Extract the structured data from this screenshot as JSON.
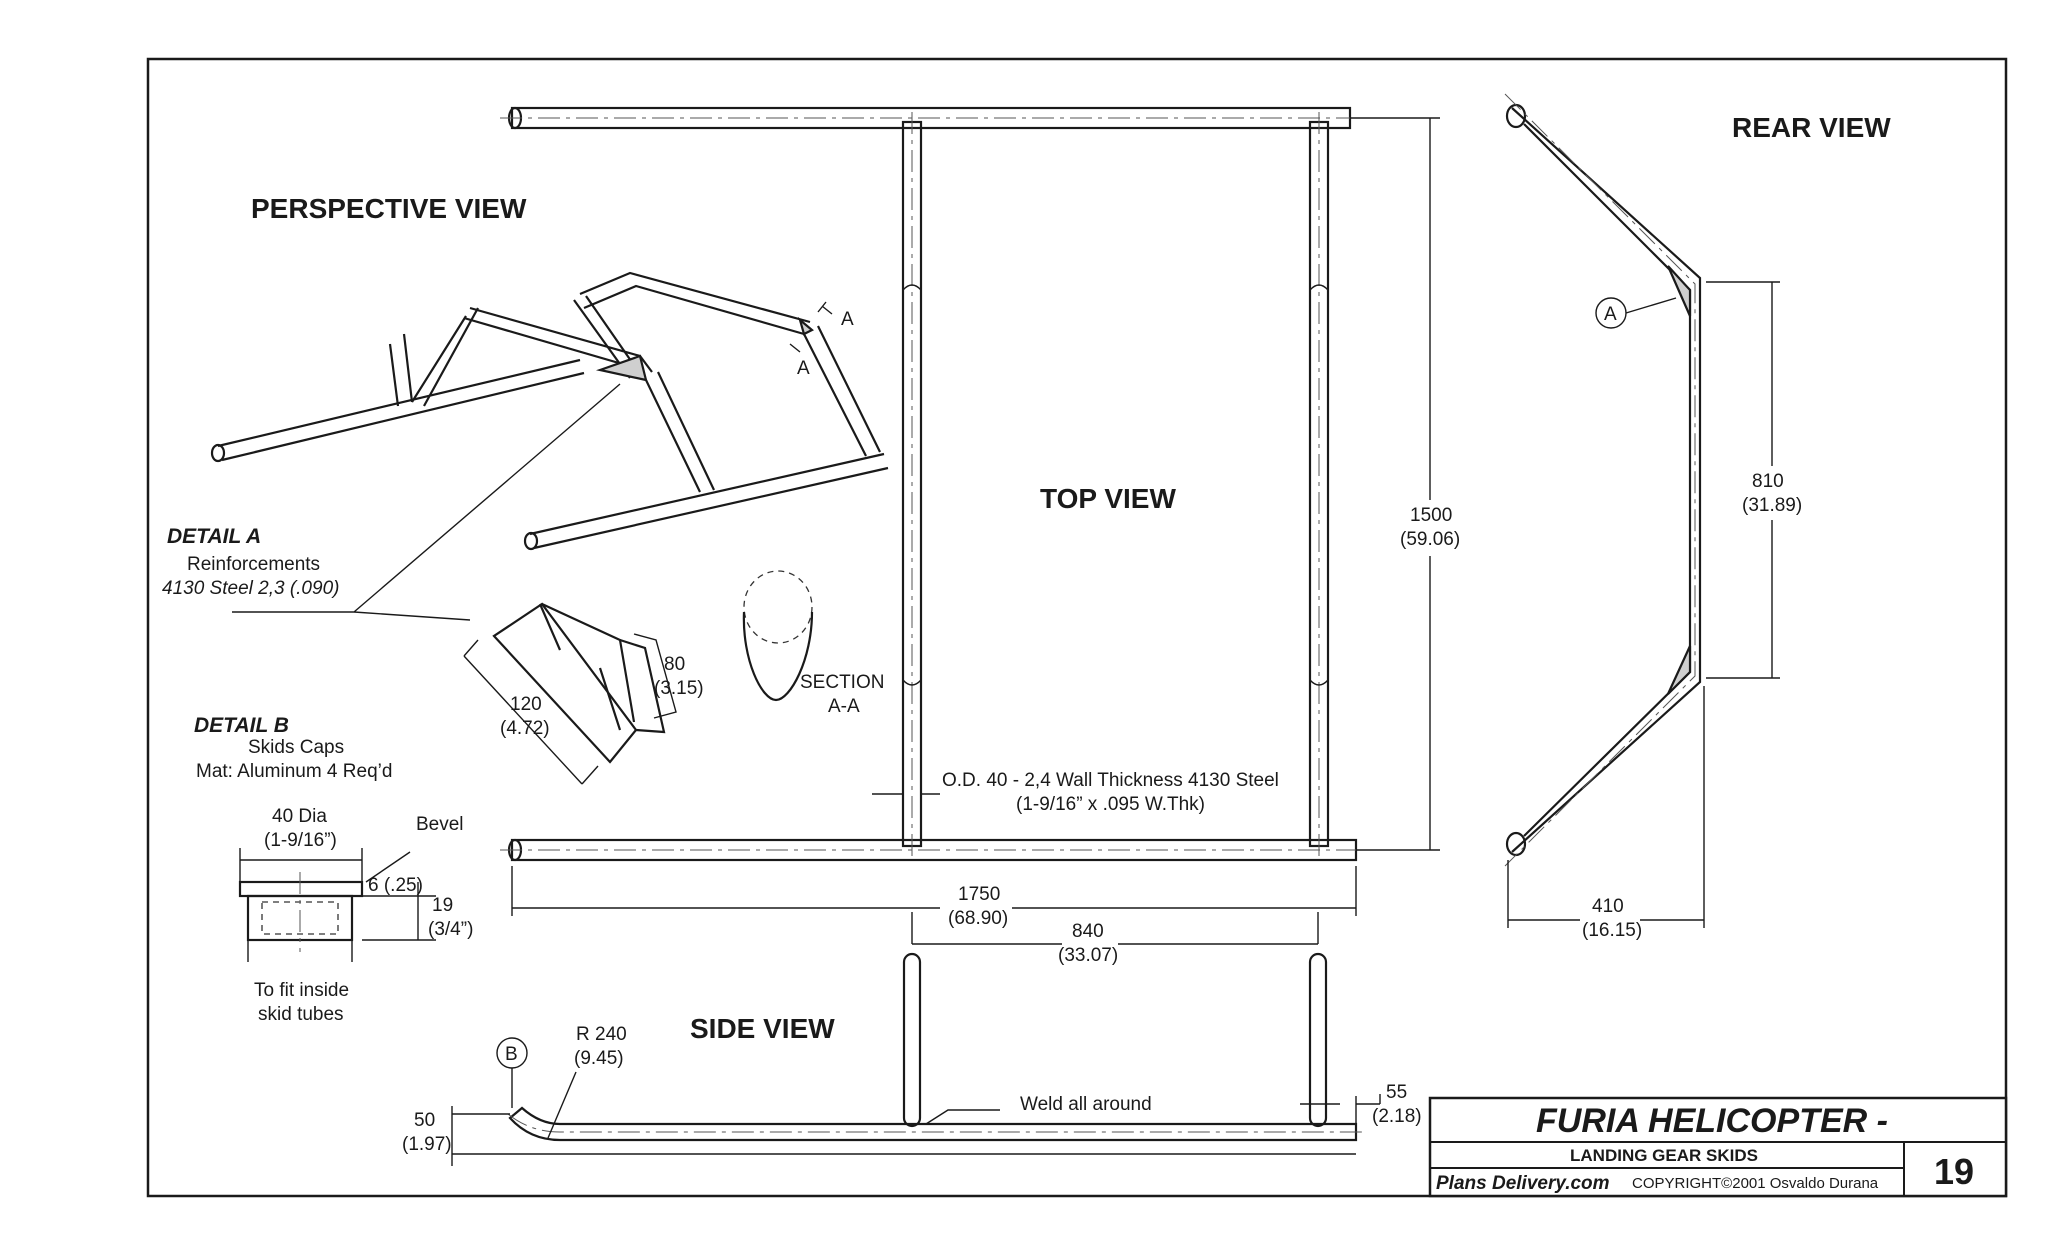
{
  "views": {
    "perspective": "PERSPECTIVE VIEW",
    "top": "TOP VIEW",
    "rear": "REAR VIEW",
    "side": "SIDE VIEW"
  },
  "section_marks": {
    "a1": "A",
    "a2": "A",
    "rear_a": "A",
    "side_b": "B"
  },
  "detail_a": {
    "title": "DETAIL A",
    "line1": "Reinforcements",
    "line2": "4130 Steel 2,3 (.090)",
    "dim_120": "120",
    "dim_120_in": "(4.72)",
    "dim_80": "80",
    "dim_80_in": "(3.15)"
  },
  "section_aa": {
    "line1": "SECTION",
    "line2": "A-A"
  },
  "detail_b": {
    "title": "DETAIL B",
    "line1": "Skids Caps",
    "line2": "Mat: Aluminum 4 Req’d",
    "dia": "40 Dia",
    "dia_in": "(1-9/16”)",
    "bevel": "Bevel",
    "dim_6": "6 (.25)",
    "dim_19": "19",
    "dim_19_in": "(3/4”)",
    "fit1": "To fit inside",
    "fit2": "skid tubes"
  },
  "top_view": {
    "od_note": "O.D. 40 - 2,4 Wall Thickness 4130 Steel",
    "od_note_in": "(1-9/16” x .095 W.Thk)",
    "dim_1500": "1500",
    "dim_1500_in": "(59.06)",
    "dim_1750": "1750",
    "dim_1750_in": "(68.90)"
  },
  "rear_view": {
    "dim_810": "810",
    "dim_810_in": "(31.89)",
    "dim_410": "410",
    "dim_410_in": "(16.15)"
  },
  "side_view": {
    "dim_840": "840",
    "dim_840_in": "(33.07)",
    "radius": "R 240",
    "radius_in": "(9.45)",
    "dim_50": "50",
    "dim_50_in": "(1.97)",
    "dim_55": "55",
    "dim_55_in": "(2.18)",
    "weld": "Weld all around"
  },
  "title_block": {
    "title": "FURIA HELICOPTER -",
    "subtitle": "LANDING GEAR SKIDS",
    "brand": "Plans Delivery.com",
    "copyright": "COPYRIGHT©2001 Osvaldo Durana",
    "page": "19"
  }
}
